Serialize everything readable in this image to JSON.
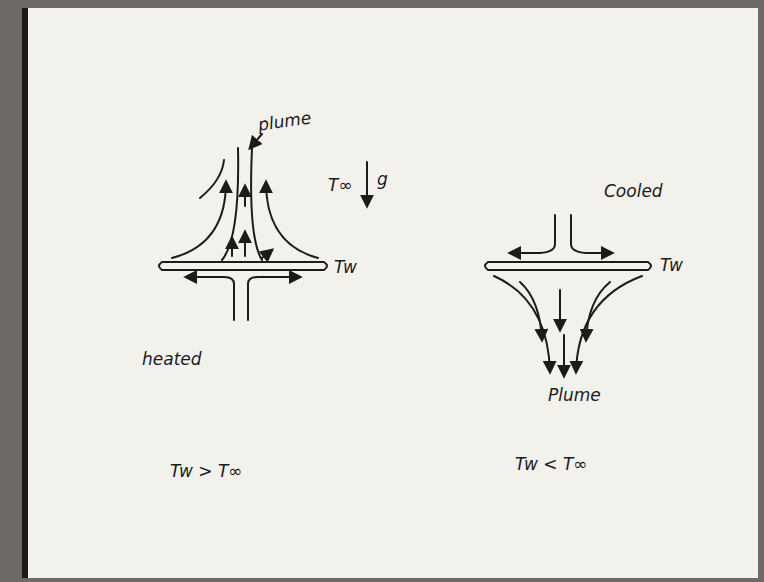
{
  "diagram": {
    "labels": [
      "plume",
      "T∞",
      "g",
      "Tw",
      "heated",
      "Tw > T∞",
      "Cooled",
      "Tw",
      "Plume",
      "Tw < T∞"
    ]
  }
}
